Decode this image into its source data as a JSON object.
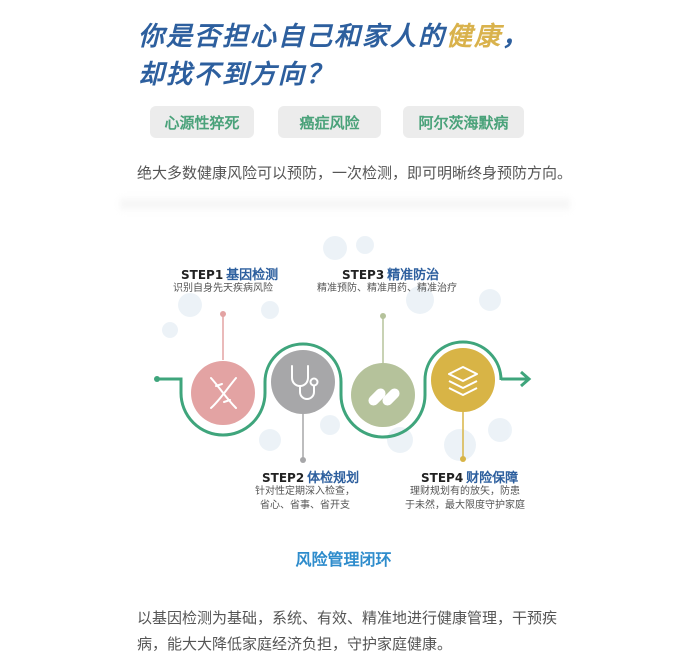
{
  "header": {
    "title_line1_main": "你是否担心自己和家人的",
    "title_line1_highlight": "健康",
    "title_line1_end": "，",
    "title_line2": "却找不到方向？"
  },
  "tags": [
    "心源性猝死",
    "癌症风险",
    "阿尔茨海默病"
  ],
  "intro": "绝大多数健康风险可以预防，一次检测，即可明晰终身预防方向。",
  "steps": [
    {
      "step": "STEP1",
      "name": "基因检测",
      "desc": [
        "识别自身先天疾病风险"
      ],
      "color": "#e3a3a3",
      "icon": "dna-icon"
    },
    {
      "step": "STEP2",
      "name": "体检规划",
      "desc": [
        "针对性定期深入检查，",
        "省心、省事、省开支"
      ],
      "color": "#a7a7a9",
      "icon": "stethoscope-icon"
    },
    {
      "step": "STEP3",
      "name": "精准防治",
      "desc": [
        "精准预防、精准用药、精准治疗"
      ],
      "color": "#b5c29b",
      "icon": "pills-icon"
    },
    {
      "step": "STEP4",
      "name": "财险保障",
      "desc": [
        "理财规划有的放矢，防患",
        "于未然，最大限度守护家庭"
      ],
      "color": "#d8b446",
      "icon": "layers-icon"
    }
  ],
  "path_color": "#3fa57c",
  "loop_title": "风险管理闭环",
  "summary": [
    "以基因检测为基础，系统、有效、精准地进行健康管理，干预疾",
    "病，能大大降低家庭经济负担，守护家庭健康。"
  ]
}
